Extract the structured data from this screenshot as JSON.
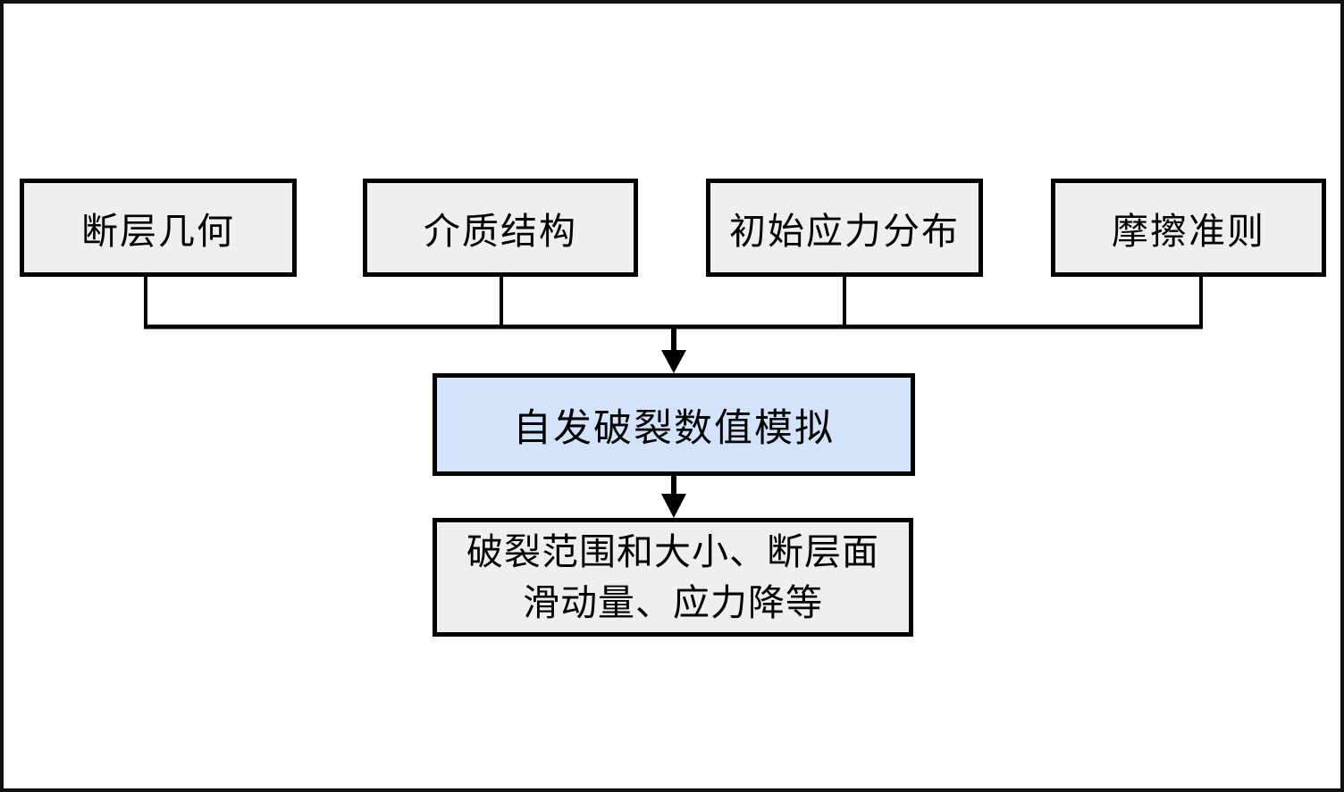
{
  "diagram": {
    "title": "spontaneous-rupture-simulation-flowchart",
    "inputs": [
      {
        "label": "断层几何"
      },
      {
        "label": "介质结构"
      },
      {
        "label": "初始应力分布"
      },
      {
        "label": "摩擦准则"
      }
    ],
    "process": {
      "label": "自发破裂数值模拟"
    },
    "output": {
      "line1": "破裂范围和大小、断层面",
      "line2": "滑动量、应力降等"
    }
  },
  "colors": {
    "background": "#ffffff",
    "frame_border": "#111111",
    "box_border": "#000000",
    "input_fill": "#edf0ef",
    "process_fill": "#d3e3fb",
    "connector": "#000000"
  }
}
